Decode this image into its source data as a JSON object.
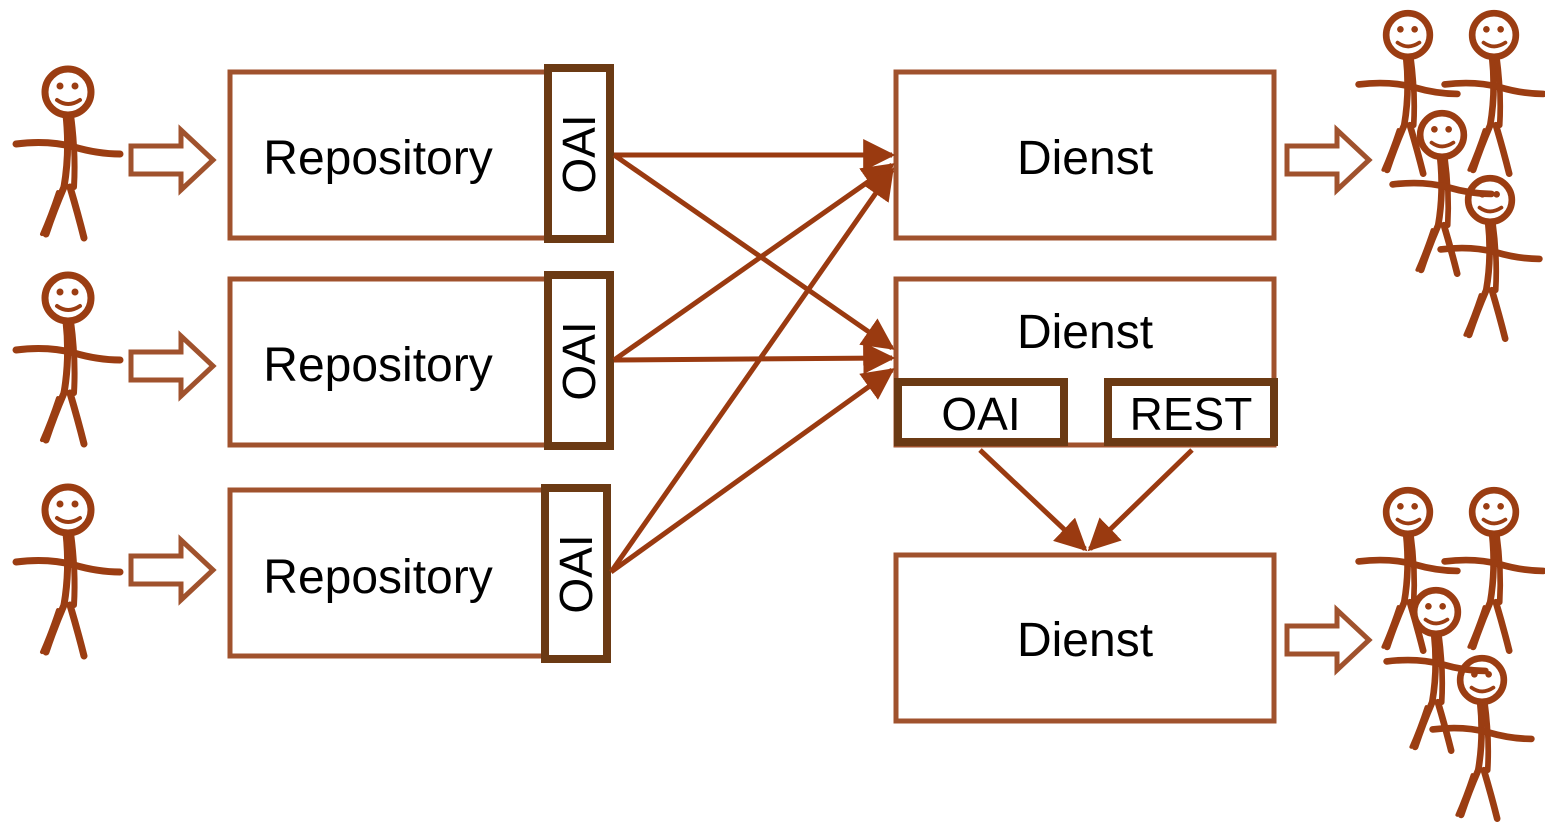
{
  "colors": {
    "arrow": "#9a3a10",
    "box_border": "#a0522d",
    "oai_border": "#6b3a14",
    "person": "#9b3d12",
    "person_face": "#f0a060",
    "text": "#000000",
    "background": "#ffffff"
  },
  "repositories": [
    {
      "label": "Repository",
      "interface": "OAI"
    },
    {
      "label": "Repository",
      "interface": "OAI"
    },
    {
      "label": "Repository",
      "interface": "OAI"
    }
  ],
  "services": [
    {
      "label": "Dienst"
    },
    {
      "label": "Dienst",
      "interfaces": [
        "OAI",
        "REST"
      ]
    },
    {
      "label": "Dienst"
    }
  ],
  "icons": {
    "person": "stick-figure-person-icon",
    "group": "stick-figure-group-icon",
    "hollow_arrow": "hollow-arrow-icon"
  }
}
